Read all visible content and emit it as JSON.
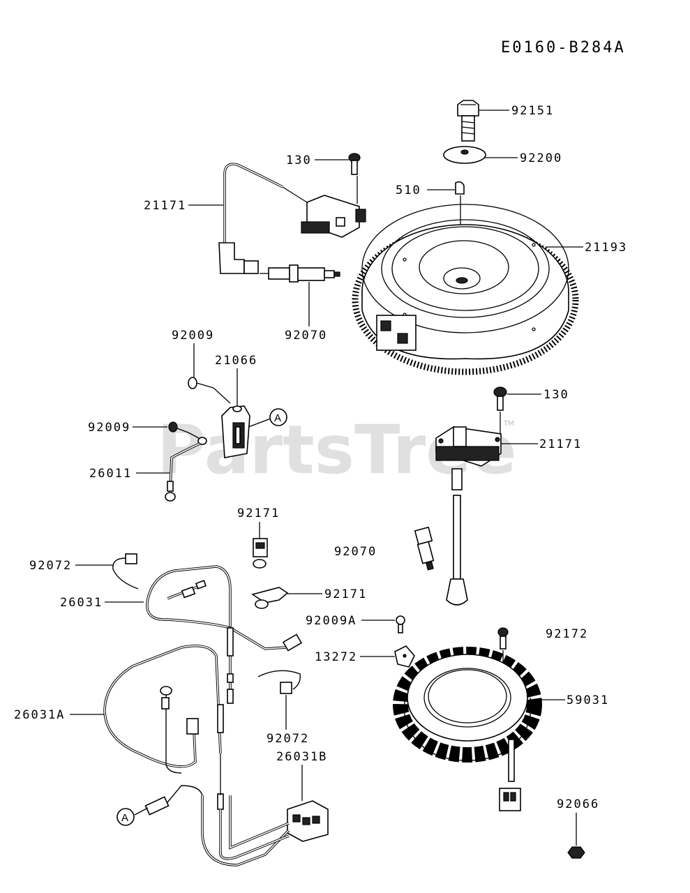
{
  "diagram_code": "E0160-B284A",
  "watermark": "PartsTree",
  "trademark": "TM",
  "ref_marker": "A",
  "parts": {
    "p92151": "92151",
    "p92200": "92200",
    "p130_top": "130",
    "p510": "510",
    "p21171_top": "21171",
    "p21193": "21193",
    "p92070_top": "92070",
    "p92009_top": "92009",
    "p21066": "21066",
    "p92009_mid": "92009",
    "p26011": "26011",
    "p130_mid": "130",
    "p21171_mid": "21171",
    "p92171_top": "92171",
    "p92070_mid": "92070",
    "p92072_left": "92072",
    "p92171_mid": "92171",
    "p26031": "26031",
    "p92009A": "92009A",
    "p92172": "92172",
    "p13272": "13272",
    "p59031": "59031",
    "p26031A": "26031A",
    "p92072_mid": "92072",
    "p26031B": "26031B",
    "p92066": "92066"
  }
}
